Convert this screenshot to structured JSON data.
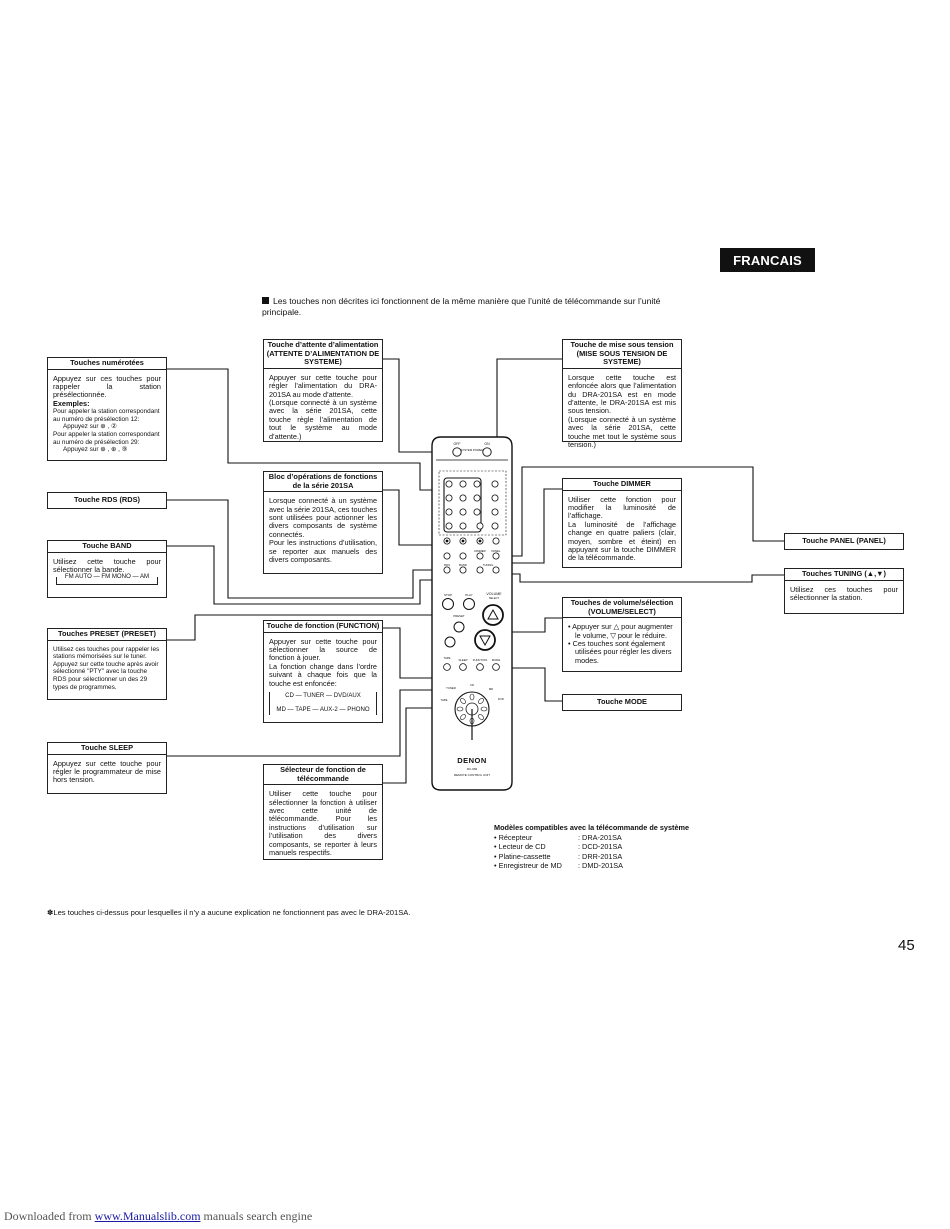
{
  "language_tab": "FRANCAIS",
  "intro": "Les touches non décrites ici fonctionnent de la même manière que l’unité de télécommande sur l’unité principale.",
  "boxes": {
    "numeric": {
      "title": "Touches numérotées",
      "body": "Appuyez sur ces touches pour rappeler la station présélectionnée.",
      "examples": "Exemples:",
      "ex1": "Pour appeler la station correspondant au numéro de présélection 12:",
      "ex1_keys": "Appuyez sur ⊕ , ②",
      "ex2": "Pour appeler la station correspondant au numéro de présélection 29:",
      "ex2_keys": "Appuyez sur ⊕ , ⊕ , ⑨"
    },
    "rds": {
      "title": "Touche RDS (RDS)"
    },
    "band": {
      "title": "Touche BAND",
      "body": "Utilisez cette touche pour sélectionner la bande.",
      "flow": "FM AUTO — FM MONO — AM"
    },
    "preset": {
      "title": "Touches PRESET (PRESET)",
      "body": "Utilisez ces touches pour rappeler les stations mémorisées sur le tuner. Appuyez sur cette touche après avoir sélectionné \"PTY\" avec la touche RDS pour sélectionner un des 29 types de programmes."
    },
    "sleep": {
      "title": "Touche SLEEP",
      "body": "Appuyez sur cette touche pour régler le programmateur de mise hors tension."
    },
    "standby": {
      "title": "Touche d’attente d’alimentation",
      "subtitle": "(ATTENTE D’ALIMENTATION DE SYSTEME)",
      "body": "Appuyer sur cette touche pour régler l’alimentation du DRA-201SA au mode d’attente.",
      "body2": "(Lorsque connecté à un système avec la série 201SA, cette touche règle l’alimentation de tout le système au mode d’attente.)"
    },
    "block": {
      "title": "Bloc d’opérations de fonctions de la série 201SA",
      "body": "Lorsque connecté à un système avec la série 201SA, ces touches sont utilisées pour actionner les divers composants de système connectés.",
      "body2": "Pour les instructions d’utilisation, se reporter aux manuels des divers composants."
    },
    "function": {
      "title": "Touche de fonction (FUNCTION)",
      "body": "Appuyer sur cette touche pour sélectionner la source de fonction à jouer.",
      "body2": "La fonction change dans l’ordre suivant à chaque fois que la touche est enfoncée:",
      "flow1": "CD — TUNER — DVD/AUX",
      "flow2": "MD — TAPE — AUX-2 — PHONO"
    },
    "selector": {
      "title": "Sélecteur de fonction de télécommande",
      "body": "Utiliser cette touche pour sélectionner la fonction à utiliser avec cette unité de télécommande. Pour les instructions d’utilisation sur l’utilisation des divers composants, se reporter à leurs manuels respectifs."
    },
    "power_on": {
      "title": "Touche de mise sous tension",
      "subtitle": "(MISE SOUS TENSION DE SYSTEME)",
      "body": "Lorsque cette touche est enfoncée alors que l’alimentation du DRA-201SA est en mode d’attente, le DRA-201SA est mis sous tension.",
      "body2": "(Lorsque connecté à un système avec la série 201SA, cette touche met tout le système sous tension.)"
    },
    "dimmer": {
      "title": "Touche DIMMER",
      "body": "Utiliser cette fonction pour modifier la luminosité de l’affichage.",
      "body2": "La luminosité de l’affichage change en quatre paliers (clair, moyen, sombre et éteint) en appuyant sur la touche DIMMER de la télécommande."
    },
    "volume": {
      "title": "Touches de volume/sélection",
      "subtitle": "(VOLUME/SELECT)",
      "b1": "• Appuyer sur △ pour augmenter le volume, ▽ pour le réduire.",
      "b2": "• Ces touches sont également utilisées pour régler les divers modes."
    },
    "mode": {
      "title": "Touche MODE"
    },
    "panel": {
      "title": "Touche PANEL (PANEL)"
    },
    "tuning": {
      "title": "Touches TUNING (▲,▼)",
      "body": "Utilisez ces touches pour sélectionner la station."
    }
  },
  "remote": {
    "off": "OFF",
    "on": "ON",
    "system_power": "SYSTEM POWER",
    "brand": "DENON",
    "model": "RC-966",
    "unit": "REMOTE CONTROL UNIT",
    "stop": "STOP",
    "play": "PLAY",
    "volume": "VOLUME",
    "select": "SELECT",
    "preset": "PRESET",
    "tape": "TAPE",
    "sleep": "SLEEP",
    "function": "FUNCTION",
    "mode": "MODE",
    "rds": "RDS",
    "band": "BAND",
    "dimmer": "DIMMER",
    "panel": "PANEL",
    "tuning": "TUNING",
    "tuner": "TUNER",
    "cd": "CD",
    "md": "MD",
    "dvd": "DVD",
    "tape2": "TAPE"
  },
  "compat": {
    "title": "Modèles compatibles avec la télécommande de système",
    "rows": [
      {
        "k": "• Récepteur",
        "v": ": DRA-201SA"
      },
      {
        "k": "• Lecteur de CD",
        "v": ": DCD-201SA"
      },
      {
        "k": "• Platine-cassette",
        "v": ": DRR-201SA"
      },
      {
        "k": "• Enregistreur de MD",
        "v": ": DMD-201SA"
      }
    ]
  },
  "footnote": "✽Les touches ci-dessus pour lesquelles il n’y a aucune explication ne fonctionnent pas avec le DRA-201SA.",
  "page_number": "45",
  "download": {
    "prefix": "Downloaded from ",
    "link": "www.Manualslib.com",
    "suffix": " manuals search engine"
  }
}
